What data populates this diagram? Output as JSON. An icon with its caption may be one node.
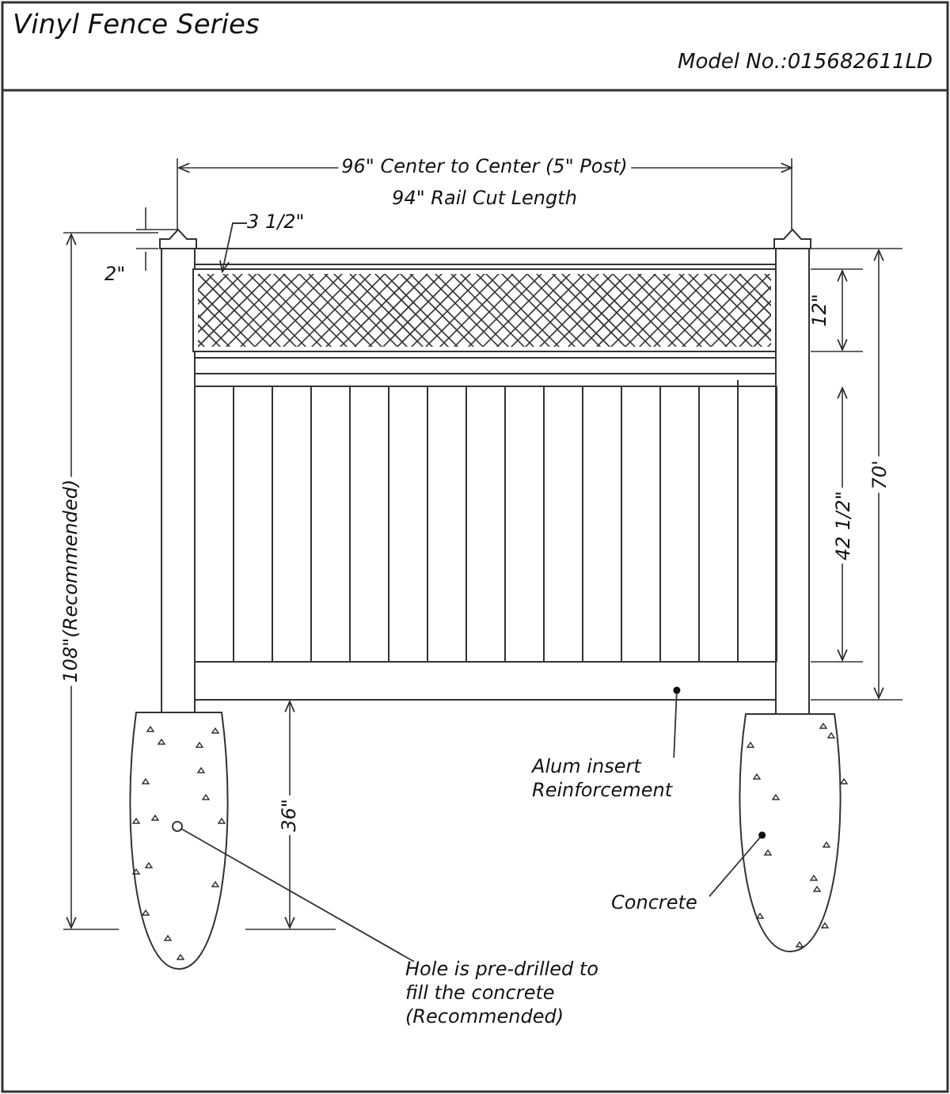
{
  "diagram": {
    "title": "Vinyl Fence Series",
    "nodes": [
      {
        "text": [
          "Alum insert Reinforcement"
        ]
      },
      {
        "text": [],
        "shape": "bar"
      },
      {
        "text": [
          "Concrete"
        ]
      },
      {
        "text": [],
        "shape": "ellipse"
      },
      {
        "text": [
          "Hole is pre-drilled to fill the concrete (Recommended)"
        ]
      },
      {
        "text": [],
        "shape": "circle"
      },
      {
        "text": [
          "3 1/2\""
        ]
      },
      {
        "text": [],
        "shape": "box"
      }
    ],
    "edges": [
      {
        "from": 0,
        "to": 1,
        "arrow": "other"
      },
      {
        "from": 2,
        "to": 3,
        "arrow": "other"
      },
      {
        "from": 4,
        "to": 5,
        "arrow": "none"
      },
      {
        "from": 6,
        "to": 7,
        "arrow": "to"
      }
    ],
    "labels": [
      "Model No.:015682611LD",
      "96\" Center to Center (5\" Post)",
      "94\" Rail Cut Length",
      "2\"",
      "108\"(Recommended)",
      "12\"",
      "42 1/2\"",
      "70'",
      "36\""
    ]
  }
}
